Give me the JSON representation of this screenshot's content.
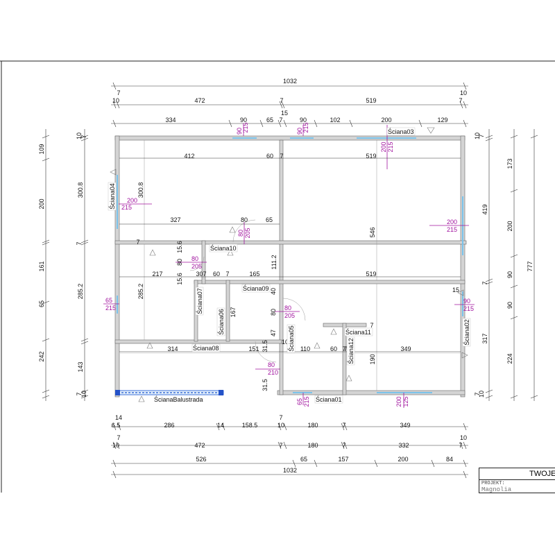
{
  "title_block": {
    "title": "TWOJE",
    "project_label": "PROJEKT:",
    "project_value": "Magnolia"
  },
  "colors": {
    "wall": "#d4d4d4",
    "opening_label": "#a0129e",
    "glazing": "#79c2ea",
    "dimension": "#333333"
  },
  "dimensions": {
    "top_total": "1032",
    "top_r1": [
      "7",
      "10",
      "472",
      "7",
      "519",
      "10",
      "7"
    ],
    "top_r2": [
      "334",
      "90",
      "65",
      "7",
      "15",
      "90",
      "102",
      "200",
      "129"
    ],
    "bottom_r1": [
      "14",
      "6.5",
      "286",
      "14",
      "158.5",
      "7",
      "10",
      "180",
      "7",
      "349"
    ],
    "bottom_r2": [
      "7",
      "10",
      "472",
      "7",
      "180",
      "7",
      "332",
      "10",
      "7"
    ],
    "bottom_r3": [
      "526",
      "65",
      "157",
      "200",
      "84"
    ],
    "bottom_total": "1032",
    "left_outer": [
      "10",
      "109",
      "200",
      "7",
      "161",
      "65",
      "242",
      "143",
      "7"
    ],
    "left_inner": [
      "7",
      "300.8",
      "285.2",
      "10"
    ],
    "right_inner": [
      "10",
      "7",
      "419",
      "7",
      "15",
      "317",
      "7",
      "10"
    ],
    "right_outer": [
      "173",
      "200",
      "90",
      "90",
      "224"
    ],
    "right_total": "777"
  },
  "interior_dims": [
    "412",
    "60",
    "7",
    "519",
    "300.8",
    "327",
    "80",
    "65",
    "546",
    "15.6",
    "80",
    "217",
    "307",
    "60",
    "165",
    "519",
    "111.2",
    "285.2",
    "15.6",
    "7",
    "167",
    "40",
    "80",
    "47",
    "7",
    "7",
    "314",
    "151",
    "31.5",
    "10",
    "110",
    "60",
    "7",
    "349",
    "190",
    "31.5",
    "7"
  ],
  "openings": [
    {
      "w": "90",
      "h": "215"
    },
    {
      "w": "90",
      "h": "215"
    },
    {
      "w": "200",
      "h": "215"
    },
    {
      "w": "200",
      "h": "215"
    },
    {
      "w": "200",
      "h": "215"
    },
    {
      "w": "80",
      "h": "205"
    },
    {
      "w": "80",
      "h": "205"
    },
    {
      "w": "65",
      "h": "215"
    },
    {
      "w": "80",
      "h": "205"
    },
    {
      "w": "90",
      "h": "215"
    },
    {
      "w": "80",
      "h": "210"
    },
    {
      "w": "65",
      "h": "215"
    },
    {
      "w": "200",
      "h": "125"
    }
  ],
  "walls": [
    "Ściana03",
    "Ściana04",
    "Ściana10",
    "Ściana09",
    "Ściana07",
    "Ściana06",
    "Ściana05",
    "Ściana08",
    "Ściana11",
    "Ściana12",
    "Ściana02",
    "Ściana01",
    "ŚcianaBalustrada"
  ]
}
